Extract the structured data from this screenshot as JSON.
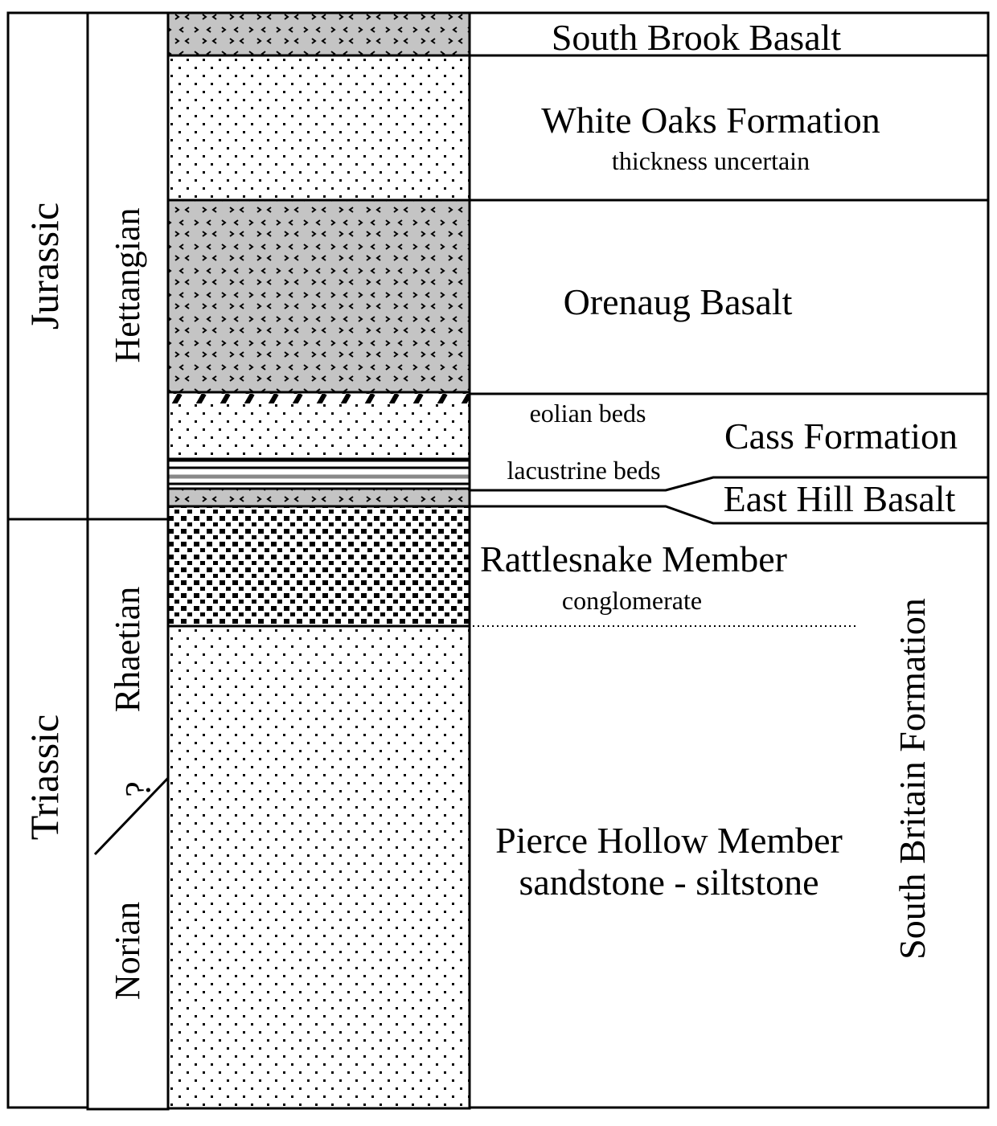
{
  "periods": {
    "jurassic": "Jurassic",
    "triassic": "Triassic"
  },
  "stages": {
    "hettangian": "Hettangian",
    "rhaetian": "Rhaetian",
    "norian": "Norian",
    "boundary_query": "?"
  },
  "units": {
    "south_brook": "South Brook Basalt",
    "white_oaks": "White Oaks Formation",
    "white_oaks_note": "thickness uncertain",
    "orenaug": "Orenaug Basalt",
    "eolian": "eolian beds",
    "cass": "Cass Formation",
    "lacustrine": "lacustrine beds",
    "east_hill": "East Hill Basalt",
    "rattlesnake": "Rattlesnake Member",
    "rattlesnake_lith": "conglomerate",
    "pierce_hollow": "Pierce Hollow Member",
    "pierce_hollow_lith": "sandstone - siltstone",
    "south_britain": "South Britain Formation"
  },
  "colors": {
    "basalt_fill": "#c4c4c4",
    "line": "#000000"
  }
}
